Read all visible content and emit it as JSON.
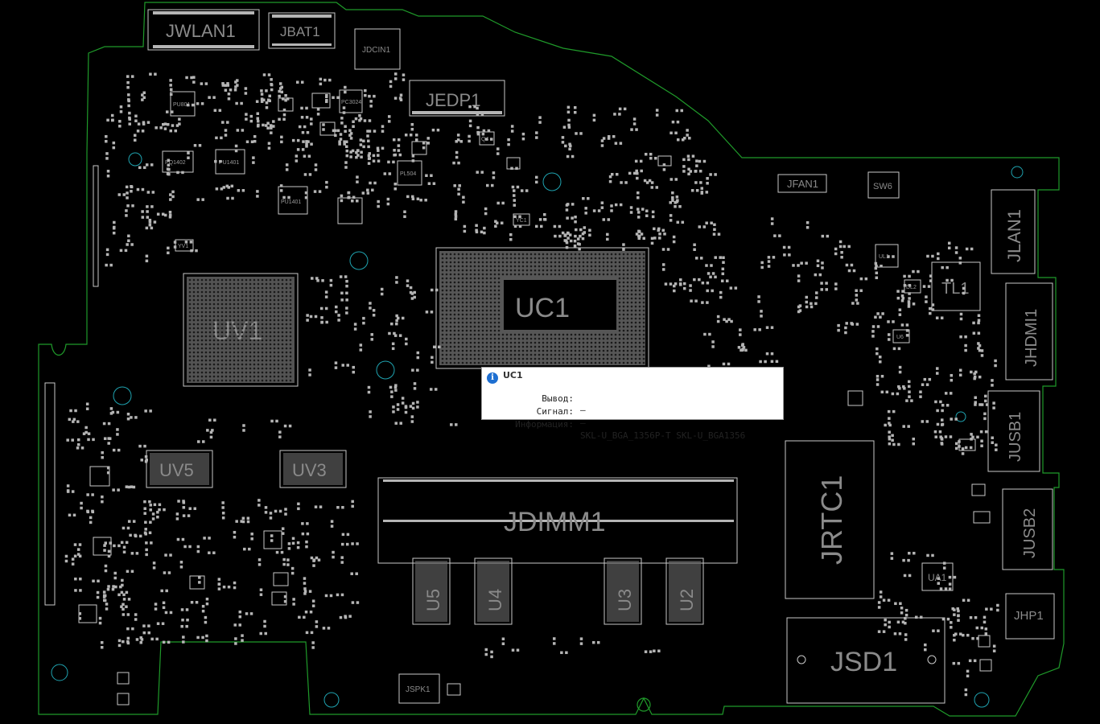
{
  "tooltip": {
    "title": "UC1",
    "icon": "info-icon",
    "rows": [
      {
        "key": "Вывод:",
        "value": "—"
      },
      {
        "key": "Сигнал:",
        "value": "—"
      },
      {
        "key": "Информация:",
        "value": "SKL-U_BGA_1356P-T SKL-U_BGA1356"
      }
    ]
  },
  "labels": {
    "jwlan1": "JWLAN1",
    "jbat1": "JBAT1",
    "jdcin1": "JDCIN1",
    "jedp1": "JEDP1",
    "uc1": "UC1",
    "uv1": "UV1",
    "uv5": "UV5",
    "uv3": "UV3",
    "jdimm1": "JDIMM1",
    "u5": "U5",
    "u4": "U4",
    "u3": "U3",
    "u2": "U2",
    "jfan1": "JFAN1",
    "sw6": "SW6",
    "jlan1": "JLAN1",
    "tl1": "TL1",
    "jhdmi1": "JHDMI1",
    "jusb1": "JUSB1",
    "jusb2": "JUSB2",
    "jrtc1": "JRTC1",
    "ua1": "UA1",
    "jhp1": "JHP1",
    "jsd1": "JSD1",
    "jspk1": "JSPK1",
    "pu801": "PU801",
    "pq1402": "PQ1402",
    "pu1401": "PU1401",
    "pu1401b": "PU1401",
    "pc3024": "PC3024",
    "pl504": "PL504",
    "q4": "Q4",
    "yc1": "YC1",
    "yv1": "YV1",
    "ul1": "UL1",
    "dl2": "DL2",
    "u6": "U6"
  },
  "colors": {
    "board_outline": "#1f9a2a",
    "via": "#1fa3b0",
    "silkscreen": "#c8c8c8",
    "tooltip_icon": "#1e6fd1"
  }
}
